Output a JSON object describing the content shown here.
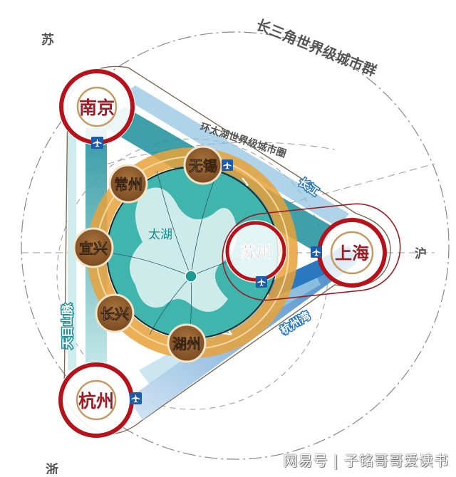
{
  "title": "长三角世界级城市群",
  "subtitle": "环太湖世界级城市圈",
  "provinces": {
    "jiangsu": "苏",
    "shanghai": "沪",
    "zhejiang": "浙"
  },
  "lake": {
    "name": "太湖"
  },
  "waterways": {
    "yangtze": "长江",
    "hangzhou_bay": "杭州湾",
    "tianmu": "天目山脉"
  },
  "major_cities": [
    {
      "name": "南京",
      "airport": true
    },
    {
      "name": "上海",
      "airport": true
    },
    {
      "name": "杭州",
      "airport": true
    }
  ],
  "ring_cities": [
    {
      "name": "无锡",
      "airport": true
    },
    {
      "name": "常州",
      "airport": false
    },
    {
      "name": "宜兴",
      "airport": false
    },
    {
      "name": "长兴",
      "airport": false
    },
    {
      "name": "湖州",
      "airport": false
    },
    {
      "name": "苏州",
      "airport": true
    }
  ],
  "watermark": {
    "source": "网易号",
    "separator": "|",
    "author": "子铭哥哥爱读书"
  },
  "colors": {
    "major_ring": "#b5121b",
    "city_badge": "#8a5a2b",
    "badge_border": "#d9b98a",
    "lake": "#3fb5ad",
    "ring_orange": "#e8a23a",
    "teal_band": "#1f8f9a",
    "blue_band": "#2a79c0",
    "airport": "#1d5ca8"
  }
}
